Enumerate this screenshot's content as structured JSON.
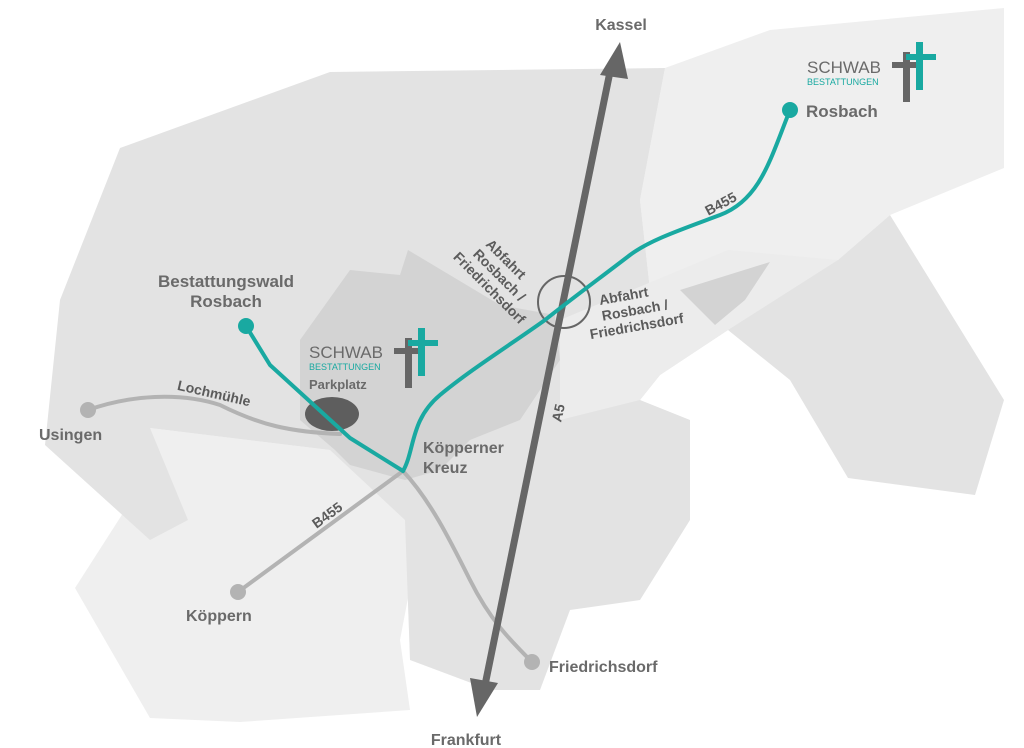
{
  "colors": {
    "background": "#ffffff",
    "region_light": "#efefef",
    "region_mid": "#e3e3e3",
    "region_dark": "#d3d3d3",
    "teal_route": "#19a9a1",
    "grey_road": "#b3b3b3",
    "highway": "#666666",
    "parking": "#5e5e5e",
    "label": "#6a6a6a"
  },
  "map": {
    "places": {
      "kassel": "Kassel",
      "frankfurt": "Frankfurt",
      "rosbach": "Rosbach",
      "bestattungswald_line1": "Bestattungswald",
      "bestattungswald_line2": "Rosbach",
      "usingen": "Usingen",
      "koeppern": "Köppern",
      "friedrichsdorf": "Friedrichsdorf",
      "koepperner_kreuz_line1": "Köpperner",
      "koepperner_kreuz_line2": "Kreuz",
      "parkplatz": "Parkplatz"
    },
    "roads": {
      "a5": "A5",
      "b455_east": "B455",
      "b455_west": "B455",
      "lochmuehle": "Lochmühle"
    },
    "exits": {
      "left": [
        "Abfahrt",
        "Rosbach /",
        "Friedrichsdorf"
      ],
      "right": [
        "Abfahrt",
        "Rosbach /",
        "Friedrichsdorf"
      ]
    },
    "logo": {
      "name": "SCHWAB",
      "sub": "BESTATTUNGEN"
    }
  }
}
